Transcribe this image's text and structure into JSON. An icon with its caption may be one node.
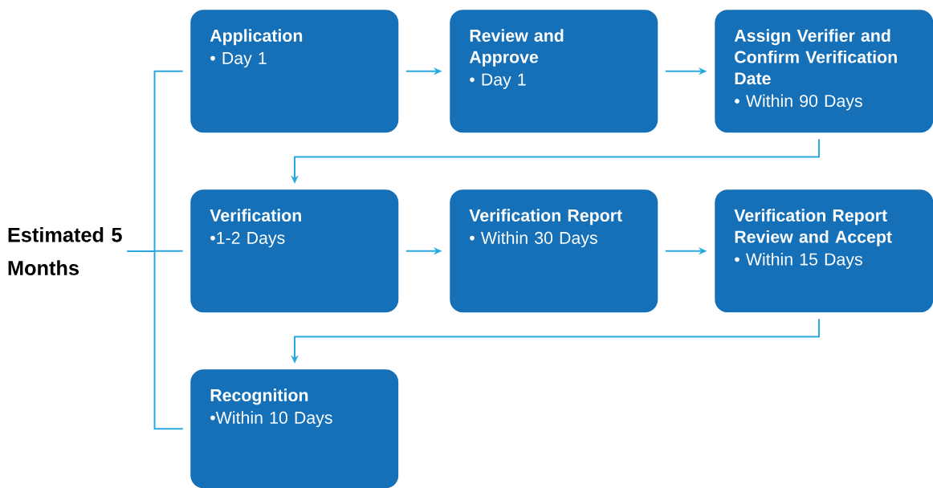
{
  "diagram": {
    "nodes": [
      {
        "text": [
          "Estimated 5 Months"
        ]
      },
      {
        "text": [
          "Application",
          "• Day 1"
        ]
      },
      {
        "text": [
          "Review and Approve",
          "• Day 1"
        ]
      },
      {
        "text": [
          "Assign Verifier and Confirm Verification Date",
          "• Within 90 Days"
        ]
      },
      {
        "text": [
          "Verification",
          "•1-2 Days"
        ]
      },
      {
        "text": [
          "Verification Report",
          "• Within 30 Days"
        ]
      },
      {
        "text": [
          "Verification Report Review and Accept",
          "• Within 15 Days"
        ]
      },
      {
        "text": [
          "Recognition",
          "•Within 10 Days"
        ]
      }
    ],
    "edges": [
      {
        "from": 0,
        "to": 1,
        "arrow": "none"
      },
      {
        "from": 0,
        "to": 4,
        "arrow": "none"
      },
      {
        "from": 0,
        "to": 7,
        "arrow": "none"
      },
      {
        "from": 1,
        "to": 2,
        "arrow": "to"
      },
      {
        "from": 2,
        "to": 3,
        "arrow": "to"
      },
      {
        "from": 3,
        "to": 4,
        "arrow": "to"
      },
      {
        "from": 4,
        "to": 5,
        "arrow": "to"
      },
      {
        "from": 5,
        "to": 6,
        "arrow": "to"
      },
      {
        "from": 6,
        "to": 7,
        "arrow": "to"
      }
    ]
  }
}
